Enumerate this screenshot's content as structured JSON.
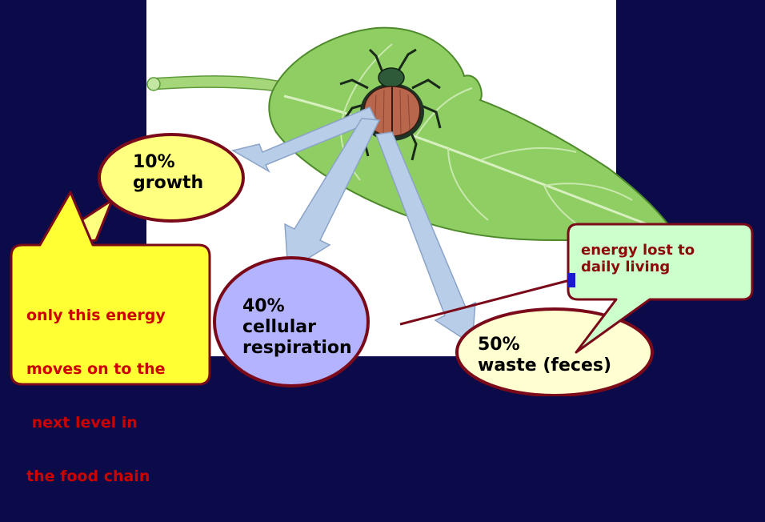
{
  "growth": {
    "line1": "10%",
    "line2": "growth"
  },
  "respiration": {
    "line1": "40%",
    "line2": "cellular",
    "line3": "respiration"
  },
  "waste": {
    "line1": "50%",
    "line2": "waste (feces)"
  },
  "food_chain_note": {
    "line1": "only this energy",
    "line2": "moves on to the",
    "line3": " next level in",
    "line4": "the food chain"
  },
  "energy_lost_note": {
    "line1": "energy lost to",
    "line2": "daily living"
  },
  "colors": {
    "background": "#0b0b4a",
    "panel": "#ffffff",
    "leaf": "#8fce63",
    "beetle_shell": "#b8664c",
    "bubble_outline": "#7a0a1a",
    "growth_fill": "#ffff80",
    "respiration_fill": "#b3b3ff",
    "waste_fill": "#ffffd1",
    "energy_lost_fill": "#ccffcc",
    "note_fill": "#ffff33",
    "note_text": "#cc0000",
    "arrow_fill": "#b8cde8"
  }
}
